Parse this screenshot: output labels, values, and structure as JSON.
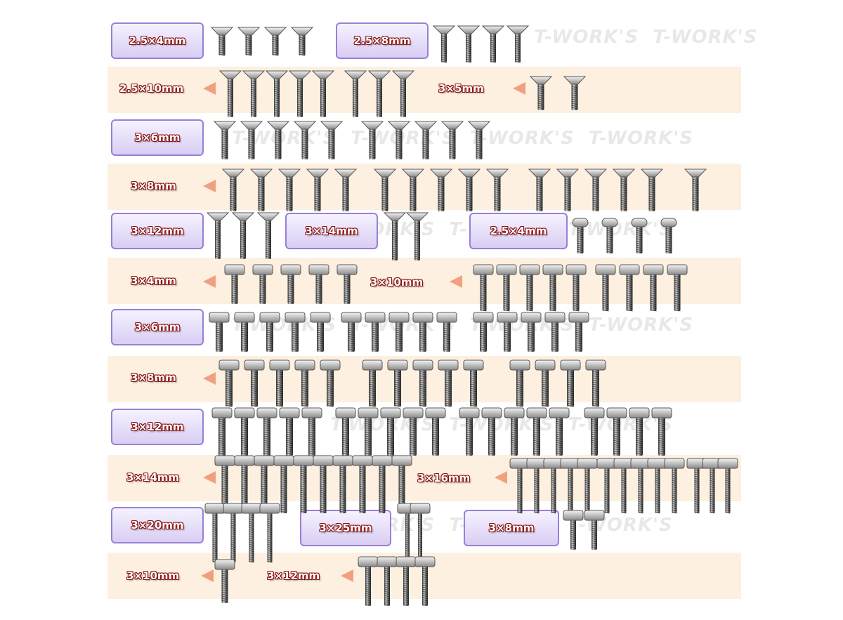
{
  "watermark": "T-WORK'S",
  "colors": {
    "beige_row": "#fdf0e0",
    "box_border": "#9a7fd6",
    "label_outline": "#8a1010",
    "arrow": "#f0a080"
  },
  "labels": {
    "r1a": "2.5×4mm",
    "r1b": "2.5×8mm",
    "r2a": "2.5×10mm",
    "r2b": "3×5mm",
    "r3a": "3×6mm",
    "r4a": "3×8mm",
    "r5a": "3×12mm",
    "r5b": "3×14mm",
    "r5c": "2.5×4mm",
    "r6a": "3×4mm",
    "r6b": "3×10mm",
    "r7a": "3×6mm",
    "r8a": "3×8mm",
    "r9a": "3×12mm",
    "r10a": "3×14mm",
    "r10b": "3×16mm",
    "r11a": "3×20mm",
    "r11b": "3×25mm",
    "r11c": "3×8mm",
    "r12a": "3×10mm",
    "r12b": "3×12mm"
  }
}
